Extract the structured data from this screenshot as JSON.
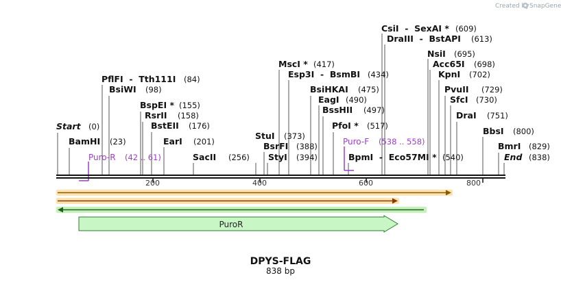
{
  "credit": {
    "prefix": "Created by",
    "brand": "SnapGene"
  },
  "map": {
    "title": "DPYS-FLAG",
    "length_label": "838 bp",
    "ticks": [
      "200",
      "400",
      "600",
      "800"
    ]
  },
  "sites": [
    {
      "name": "Start",
      "pos": "(0)",
      "italic": true
    },
    {
      "name": "BamHI",
      "pos": "(23)"
    },
    {
      "name": "PflFI  -  Tth111I",
      "pos": "(84)"
    },
    {
      "name": "BsiWI",
      "pos": "(98)"
    },
    {
      "name": "BspEI *",
      "pos": "(155)"
    },
    {
      "name": "RsrII",
      "pos": "(158)"
    },
    {
      "name": "BstEII",
      "pos": "(176)"
    },
    {
      "name": "EarI",
      "pos": "(201)"
    },
    {
      "name": "SacII",
      "pos": "(256)"
    },
    {
      "name": "StuI",
      "pos": "(373)"
    },
    {
      "name": "BsrFI",
      "pos": "(388)"
    },
    {
      "name": "StyI",
      "pos": "(394)"
    },
    {
      "name": "MscI *",
      "pos": "(417)"
    },
    {
      "name": "Esp3I  -  BsmBI",
      "pos": "(434)"
    },
    {
      "name": "BsiHKAI",
      "pos": "(475)"
    },
    {
      "name": "EagI",
      "pos": "(490)"
    },
    {
      "name": "BssHII",
      "pos": "(497)"
    },
    {
      "name": "PfoI *",
      "pos": "(517)"
    },
    {
      "name": "BpmI  -  Eco57MI *",
      "pos": "(540)"
    },
    {
      "name": "CsiI  -  SexAI *",
      "pos": "(609)"
    },
    {
      "name": "DraIII  -  BstAPI",
      "pos": "(613)"
    },
    {
      "name": "NsiI",
      "pos": "(695)"
    },
    {
      "name": "Acc65I",
      "pos": "(698)"
    },
    {
      "name": "KpnI",
      "pos": "(702)"
    },
    {
      "name": "PvuII",
      "pos": "(729)"
    },
    {
      "name": "SfcI",
      "pos": "(730)"
    },
    {
      "name": "DraI",
      "pos": "(751)"
    },
    {
      "name": "BbsI",
      "pos": "(800)"
    },
    {
      "name": "BmrI",
      "pos": "(829)"
    },
    {
      "name": "End",
      "pos": "(838)",
      "italic": true
    }
  ],
  "primers": [
    {
      "name": "Puro-R",
      "range": "(42 .. 61)"
    },
    {
      "name": "Puro-F",
      "range": "(538 .. 558)"
    }
  ],
  "features": {
    "orf_color": "#f5a623",
    "orf2_color": "#e07b00",
    "orf3_color": "#2e8b2e",
    "feature_fill": "#c8f7c5",
    "feature_label": "PuroR"
  }
}
